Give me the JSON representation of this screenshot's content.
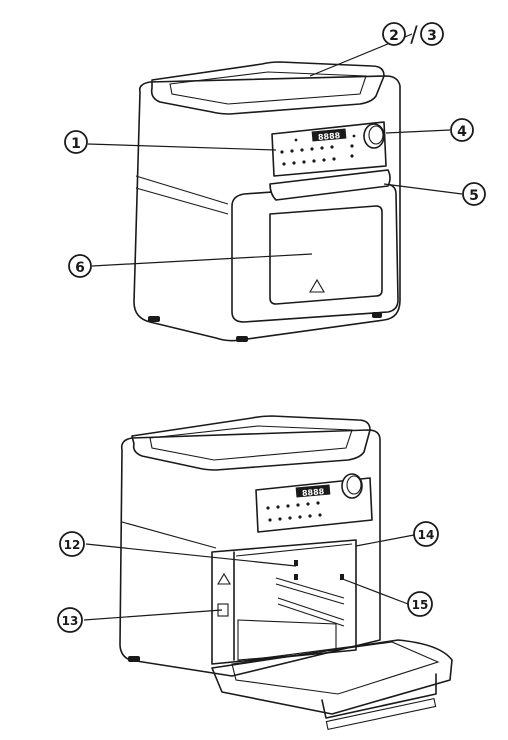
{
  "callouts": {
    "top": [
      {
        "id": "c1",
        "label": "1"
      },
      {
        "id": "c23",
        "label_a": "2",
        "sep": "/",
        "label_b": "3"
      },
      {
        "id": "c4",
        "label": "4"
      },
      {
        "id": "c5",
        "label": "5"
      },
      {
        "id": "c6",
        "label": "6"
      }
    ],
    "bottom": [
      {
        "id": "c12",
        "label": "12"
      },
      {
        "id": "c13",
        "label": "13"
      },
      {
        "id": "c14",
        "label": "14"
      },
      {
        "id": "c15",
        "label": "15"
      }
    ]
  },
  "display": {
    "top_digits": "8888",
    "bottom_digits": "8888"
  }
}
